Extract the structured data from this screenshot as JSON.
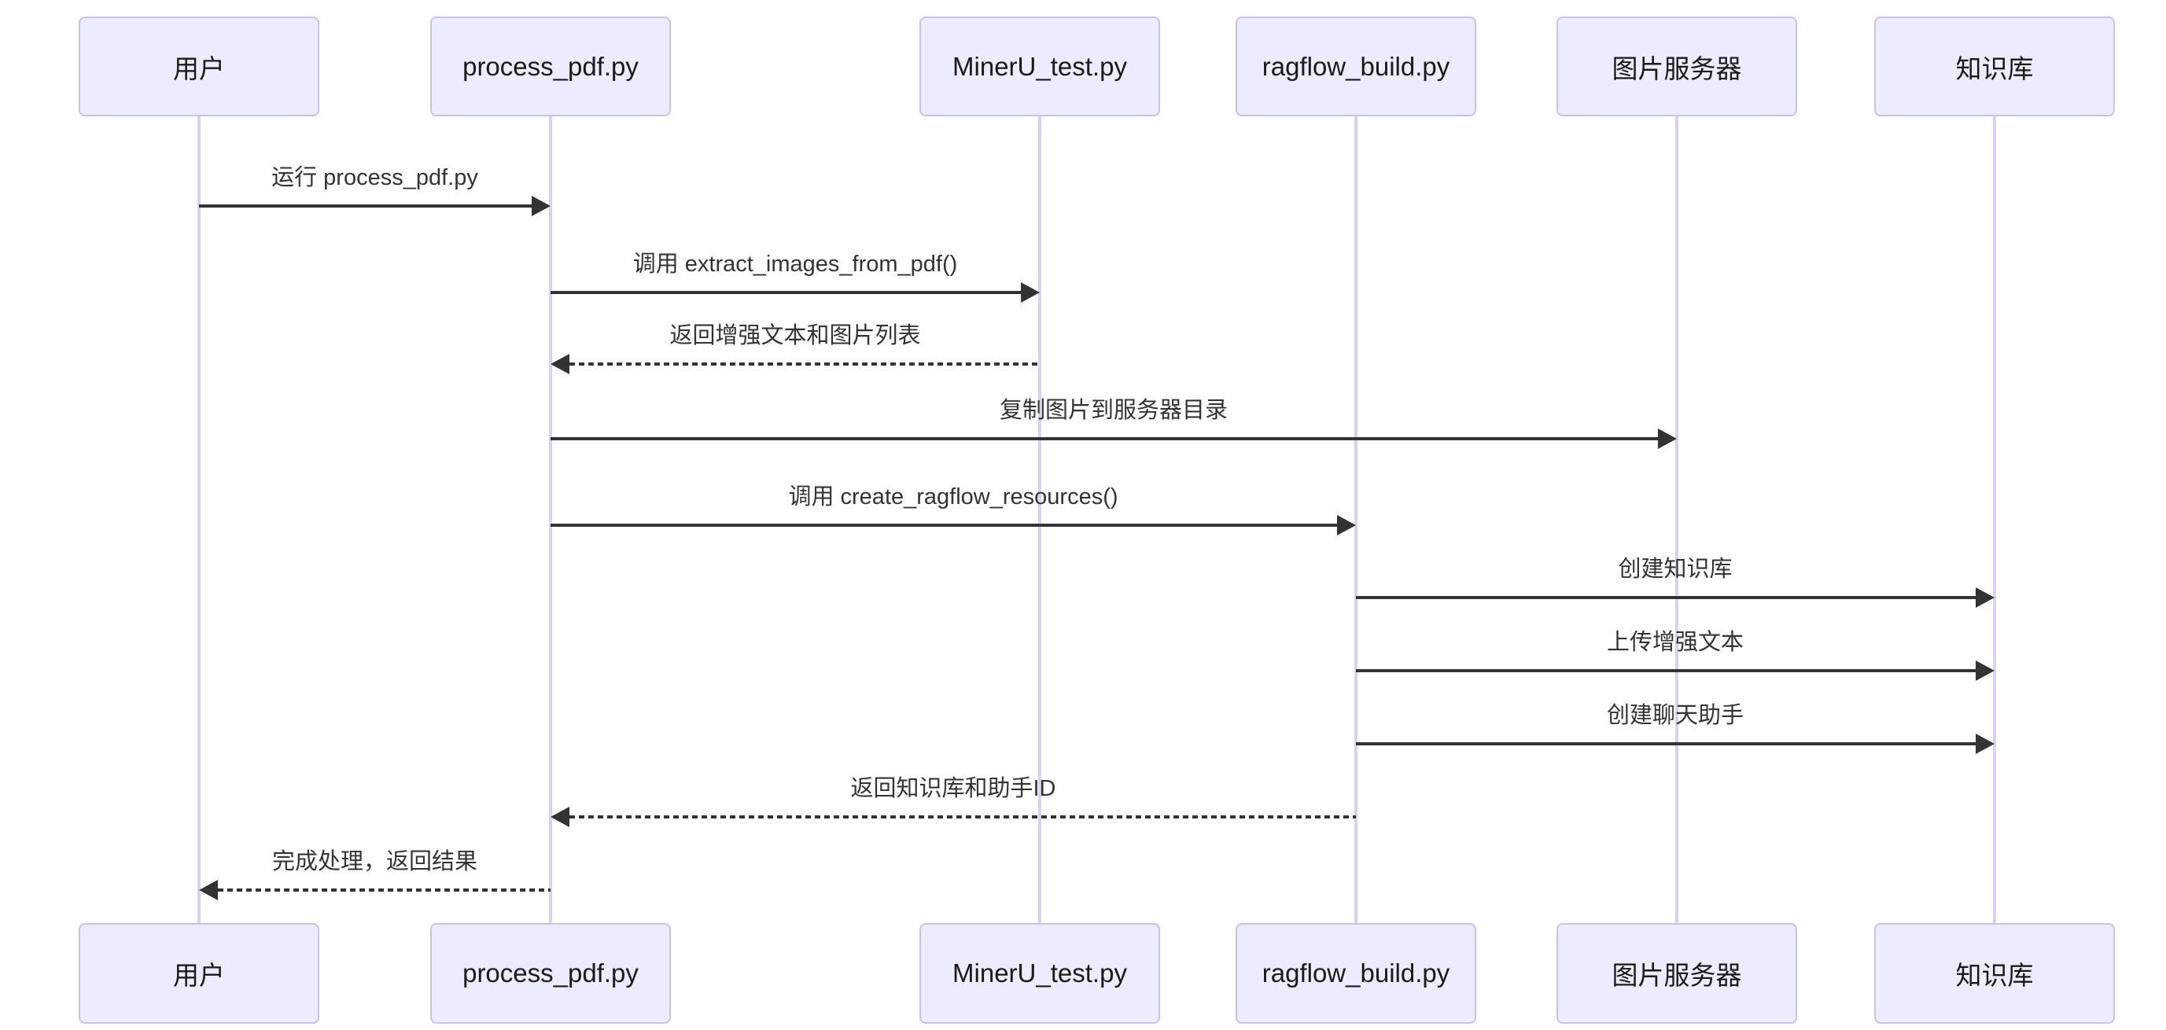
{
  "diagram": {
    "type": "sequence-diagram",
    "background": "#ffffff",
    "colors": {
      "actor_fill": "#ECECFF",
      "actor_border": "#C8C2E4",
      "lifeline": "#D8D2EE",
      "line": "#333333",
      "text": "#333333"
    },
    "actors": [
      {
        "name": "用户"
      },
      {
        "name": "process_pdf.py"
      },
      {
        "name": "MinerU_test.py"
      },
      {
        "name": "ragflow_build.py"
      },
      {
        "name": "图片服务器"
      },
      {
        "name": "知识库"
      }
    ],
    "messages": [
      {
        "from": "用户",
        "to": "process_pdf.py",
        "label": "运行 process_pdf.py",
        "style": "solid"
      },
      {
        "from": "process_pdf.py",
        "to": "MinerU_test.py",
        "label": "调用 extract_images_from_pdf()",
        "style": "solid"
      },
      {
        "from": "MinerU_test.py",
        "to": "process_pdf.py",
        "label": "返回增强文本和图片列表",
        "style": "dashed"
      },
      {
        "from": "process_pdf.py",
        "to": "图片服务器",
        "label": "复制图片到服务器目录",
        "style": "solid"
      },
      {
        "from": "process_pdf.py",
        "to": "ragflow_build.py",
        "label": "调用 create_ragflow_resources()",
        "style": "solid"
      },
      {
        "from": "ragflow_build.py",
        "to": "知识库",
        "label": "创建知识库",
        "style": "solid"
      },
      {
        "from": "ragflow_build.py",
        "to": "知识库",
        "label": "上传增强文本",
        "style": "solid"
      },
      {
        "from": "ragflow_build.py",
        "to": "知识库",
        "label": "创建聊天助手",
        "style": "solid"
      },
      {
        "from": "ragflow_build.py",
        "to": "process_pdf.py",
        "label": "返回知识库和助手ID",
        "style": "dashed"
      },
      {
        "from": "process_pdf.py",
        "to": "用户",
        "label": "完成处理，返回结果",
        "style": "dashed"
      }
    ]
  }
}
